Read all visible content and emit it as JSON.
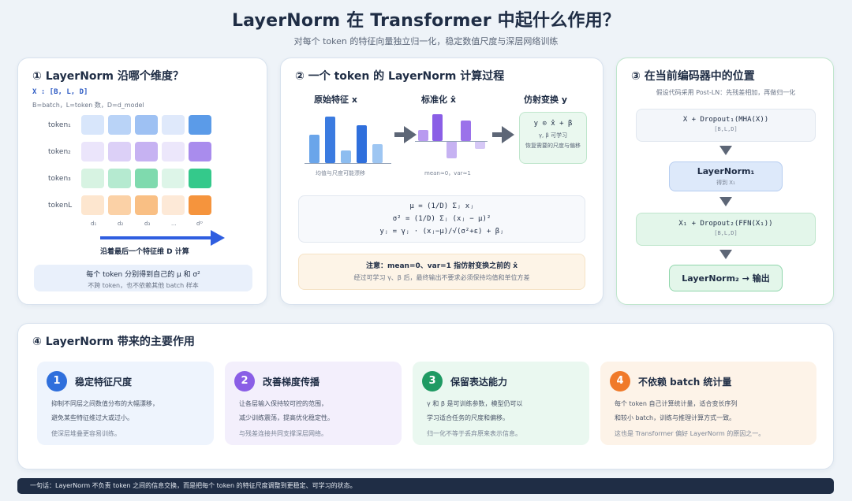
{
  "header": {
    "title": "LayerNorm 在 Transformer 中起什么作用？",
    "subtitle": "对每个 token 的特征向量独立归一化，稳定数值尺度与深层网络训练"
  },
  "card1": {
    "title": "① LayerNorm 沿哪个维度？",
    "shape": "X : [B, L, D]",
    "shape_desc": "B=batch，L=token 数，D=d_model",
    "tokens": [
      "token₁",
      "token₂",
      "token₃",
      "tokenL"
    ],
    "dims": [
      "d₁",
      "d₂",
      "d₃",
      "...",
      "dᴰ"
    ],
    "along_label": "沿着最后一个特征维 D 计算",
    "note_line1": "每个 token 分别得到自己的 μ 和 σ²",
    "note_line2": "不跨 token，也不依赖其他 batch 样本",
    "row_colors": [
      [
        "#d8e6fb",
        "#b9d3f7",
        "#9ec1f3",
        "#dfe9fb",
        "#5b9be8"
      ],
      [
        "#ebe5fb",
        "#dcd0f7",
        "#c6b2f2",
        "#ece7fb",
        "#a98ced"
      ],
      [
        "#d7f3e2",
        "#b5ead0",
        "#7fdaae",
        "#ddf5e8",
        "#34c98b"
      ],
      [
        "#fde6cf",
        "#fbd1a6",
        "#f9bf84",
        "#fde9d7",
        "#f5943d"
      ]
    ]
  },
  "card2": {
    "title": "② 一个 token 的 LayerNorm 计算过程",
    "col1_title": "原始特征 x",
    "col2_title": "标准化 x̂",
    "col3_title": "仿射变换 y",
    "col1_caption": "均值与尺度可能漂移",
    "col2_caption": "mean≈0，var≈1",
    "raw_values": [
      0.55,
      0.9,
      0.25,
      0.72,
      0.37
    ],
    "norm_values": [
      0.35,
      0.85,
      -0.55,
      0.65,
      -0.25
    ],
    "raw_colors": [
      "#6aa5ea",
      "#3b7be0",
      "#8dbdf0",
      "#2f6fdc",
      "#9ec6f2"
    ],
    "norm_colors": [
      "#b89af0",
      "#8a5ee6",
      "#c6b2f2",
      "#9b72ea",
      "#d6c8f6"
    ],
    "affine_formula": "y ⊙ x̂ + β",
    "affine_line2": "γ, β 可学习",
    "affine_line3": "恢复需要的尺度与偏移",
    "formula_lines": [
      "μ = (1/D) Σⱼ xⱼ",
      "σ² = (1/D) Σⱼ (xⱼ − μ)²",
      "yⱼ = γⱼ · (xⱼ−μ)/√(σ²+ε) + βⱼ"
    ],
    "note_line1": "注意：mean=0、var=1 指仿射变换之前的 x̂",
    "note_line2": "经过可学习 γ、β 后，最终输出不要求必须保持均值和单位方差"
  },
  "card3": {
    "title": "③ 在当前编码器中的位置",
    "desc": "假设代码采用 Post-LN：先残差相加，再做归一化",
    "box1_text": "X + Dropout₁(MHA(X))",
    "box1_sub": "[B,L,D]",
    "box2_text": "LayerNorm₁",
    "box2_sub": "得到 X₁",
    "box3_text": "X₁ + Dropout₂(FFN(X₁))",
    "box3_sub": "[B,L,D]",
    "box4_text": "LayerNorm₂ → 输出"
  },
  "card4": {
    "title": "④ LayerNorm 带来的主要作用",
    "items": [
      {
        "num": "1",
        "title": "稳定特征尺度",
        "line1": "抑制不同层之间数值分布的大幅漂移，",
        "line2": "避免某些特征维过大或过小。",
        "line3": "使深层堆叠更容易训练。",
        "color": "#2f6fdc",
        "bg": "#eef4fd"
      },
      {
        "num": "2",
        "title": "改善梯度传播",
        "line1": "让各层输入保持较可控的范围，",
        "line2": "减少训练震荡，提高优化稳定性。",
        "line3": "与残差连接共同支撑深层网络。",
        "color": "#8a5ee6",
        "bg": "#f3effc"
      },
      {
        "num": "3",
        "title": "保留表达能力",
        "line1": "γ 和 β 是可训练参数，模型仍可以",
        "line2": "学习适合任务的尺度和偏移。",
        "line3": "归一化不等于丢弃原来表示信息。",
        "color": "#1f9a63",
        "bg": "#eaf8f0"
      },
      {
        "num": "4",
        "title": "不依赖 batch 统计量",
        "line1": "每个 token 自己计算统计量，适合变长序列",
        "line2": "和较小 batch，训练与推理计算方式一致。",
        "line3": "这也是 Transformer 偏好 LayerNorm 的原因之一。",
        "color": "#f07a2a",
        "bg": "#fdf3e8"
      }
    ]
  },
  "footer": {
    "text": "一句话：LayerNorm 不负责 token 之间的信息交换，而是把每个 token 的特征尺度调整到更稳定、可学习的状态。"
  }
}
